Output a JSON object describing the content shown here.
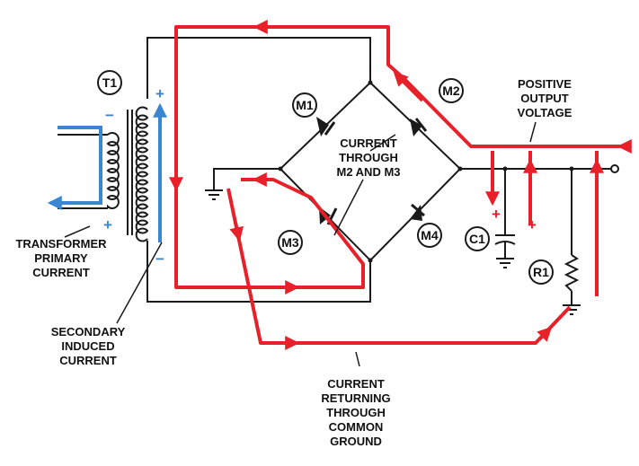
{
  "components": {
    "t1": "T1",
    "m1": "M1",
    "m2": "M2",
    "m3": "M3",
    "m4": "M4",
    "c1": "C1",
    "r1": "R1"
  },
  "labels": {
    "transformer_primary": [
      "TRANSFORMER",
      "PRIMARY",
      "CURRENT"
    ],
    "secondary_induced": [
      "SECONDARY",
      "INDUCED",
      "CURRENT"
    ],
    "current_through": [
      "CURRENT",
      "THROUGH",
      "M2 AND M3"
    ],
    "positive_output": [
      "POSITIVE",
      "OUTPUT",
      "VOLTAGE"
    ],
    "current_returning": [
      "CURRENT",
      "RETURNING",
      "THROUGH",
      "COMMON",
      "GROUND"
    ]
  },
  "polarity": {
    "secondary_top": "+",
    "secondary_bottom": "−",
    "primary_top": "−",
    "primary_bottom": "+",
    "cap_plus": "+",
    "output_plus": "+"
  },
  "colors": {
    "wire": "#1a1a1a",
    "current_flow": "#e8202a",
    "induced_current": "#3a86d0"
  }
}
